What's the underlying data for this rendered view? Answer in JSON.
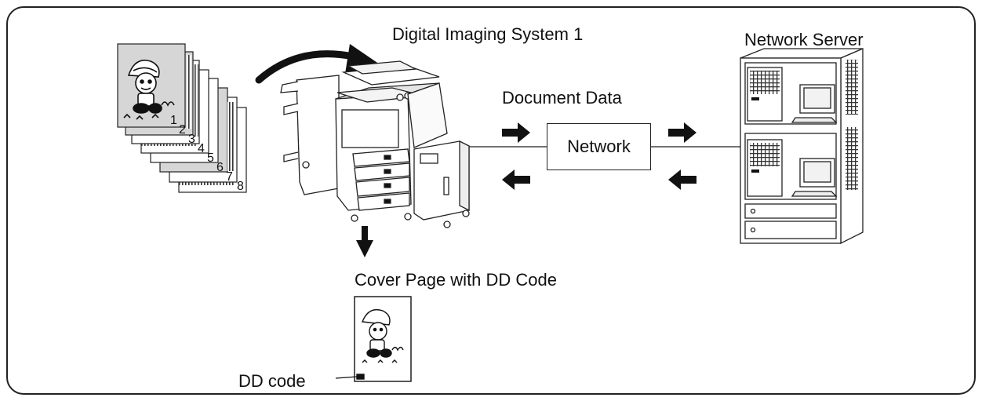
{
  "labels": {
    "system": "Digital Imaging System 1",
    "server": "Network Server",
    "document_data": "Document Data",
    "network": "Network",
    "cover_page": "Cover Page with DD Code",
    "dd_code": "DD code"
  },
  "page_numbers": [
    "1",
    "2",
    "3",
    "4",
    "5",
    "6",
    "7",
    "8"
  ]
}
